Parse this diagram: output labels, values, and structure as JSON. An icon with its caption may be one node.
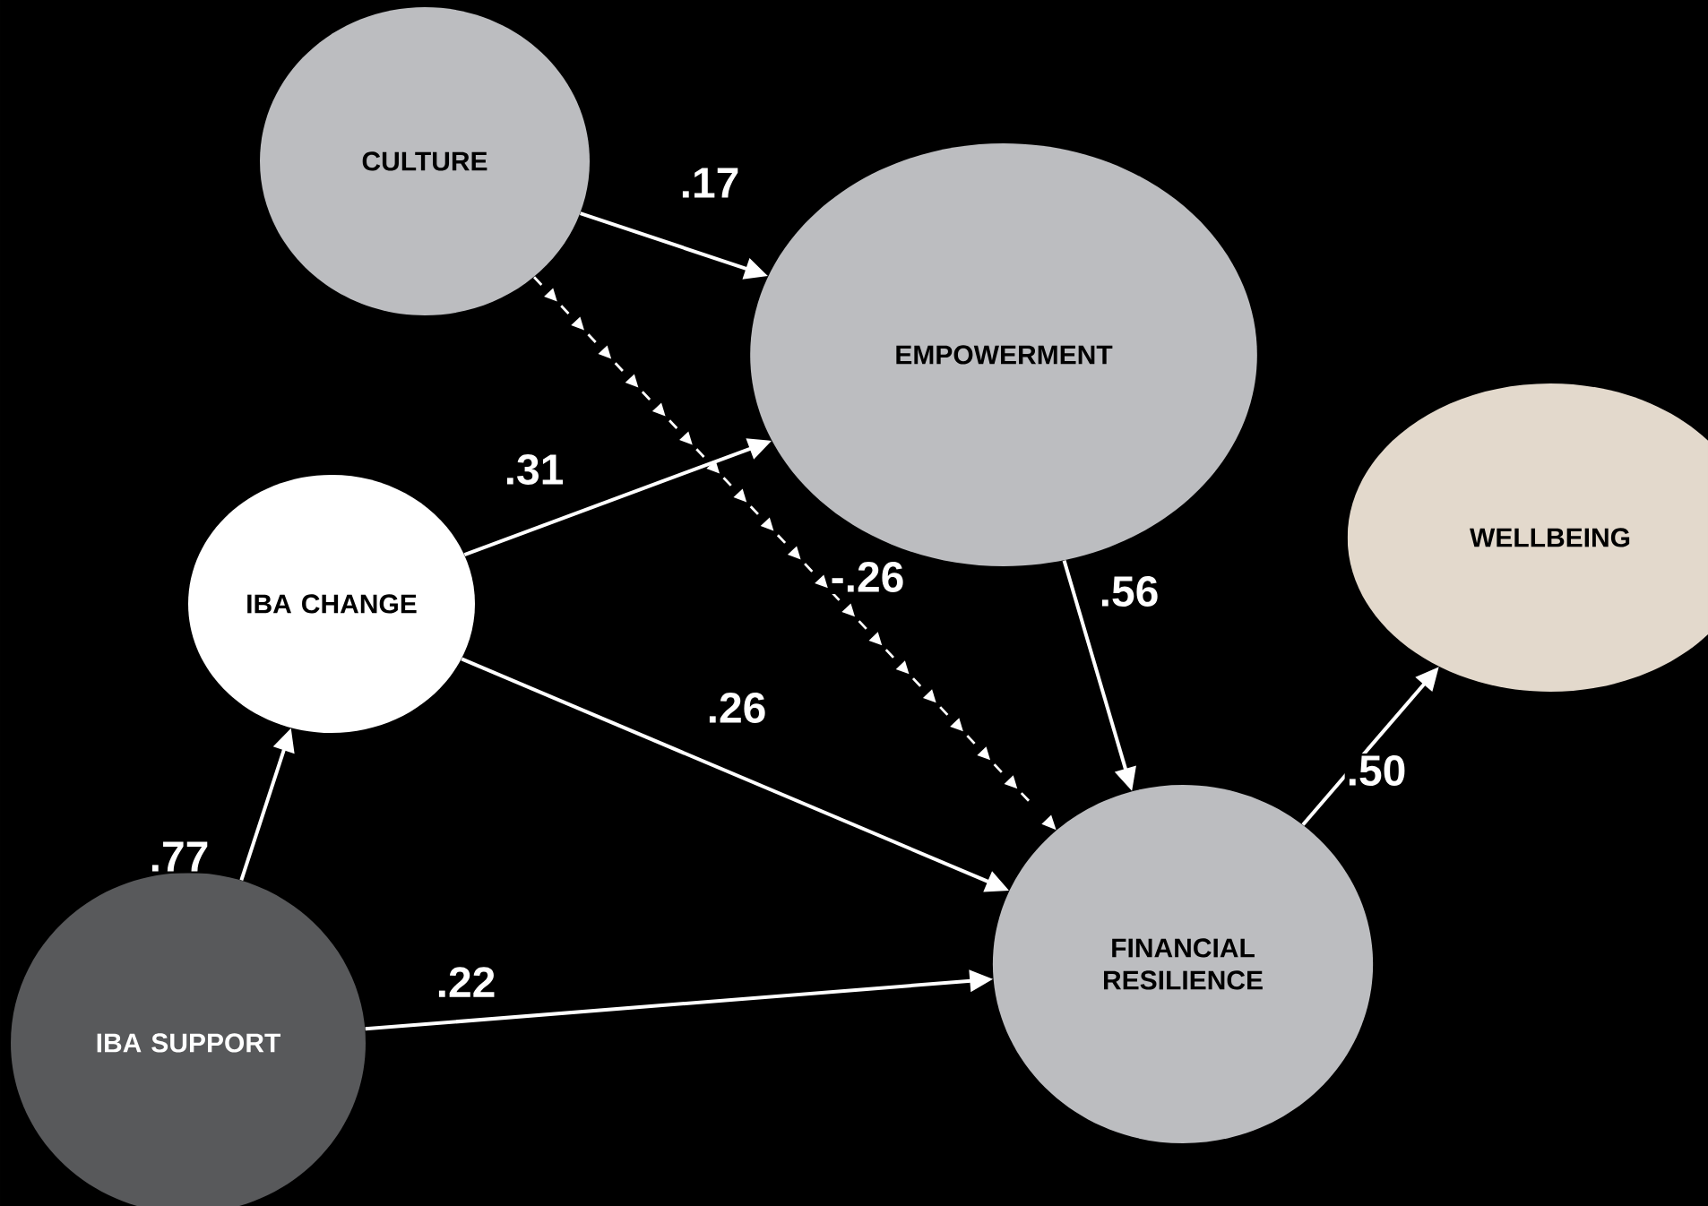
{
  "diagram": {
    "nodes": [
      {
        "text": [
          "CULTURE"
        ]
      },
      {
        "text": [
          "EMPOWERMENT"
        ]
      },
      {
        "text": [
          "WELLBEING"
        ]
      },
      {
        "text": [
          "IBA CHANGE"
        ]
      },
      {
        "text": [
          "FINANCIAL RESILIENCE"
        ]
      },
      {
        "text": [
          "IBA SUPPORT"
        ]
      }
    ],
    "edges": [
      {
        "from": 0,
        "to": 1,
        "arrow": "to",
        "label": ".17"
      },
      {
        "from": 3,
        "to": 1,
        "arrow": "to",
        "label": ".31"
      },
      {
        "from": 0,
        "to": 4,
        "arrow": "to",
        "label": "-.26",
        "style": "dashed"
      },
      {
        "from": 3,
        "to": 4,
        "arrow": "to",
        "label": ".26"
      },
      {
        "from": 1,
        "to": 4,
        "arrow": "to",
        "label": ".56"
      },
      {
        "from": 4,
        "to": 2,
        "arrow": "to",
        "label": ".50"
      },
      {
        "from": 5,
        "to": 3,
        "arrow": "to",
        "label": ".77"
      },
      {
        "from": 5,
        "to": 4,
        "arrow": "to",
        "label": ".22"
      }
    ]
  }
}
